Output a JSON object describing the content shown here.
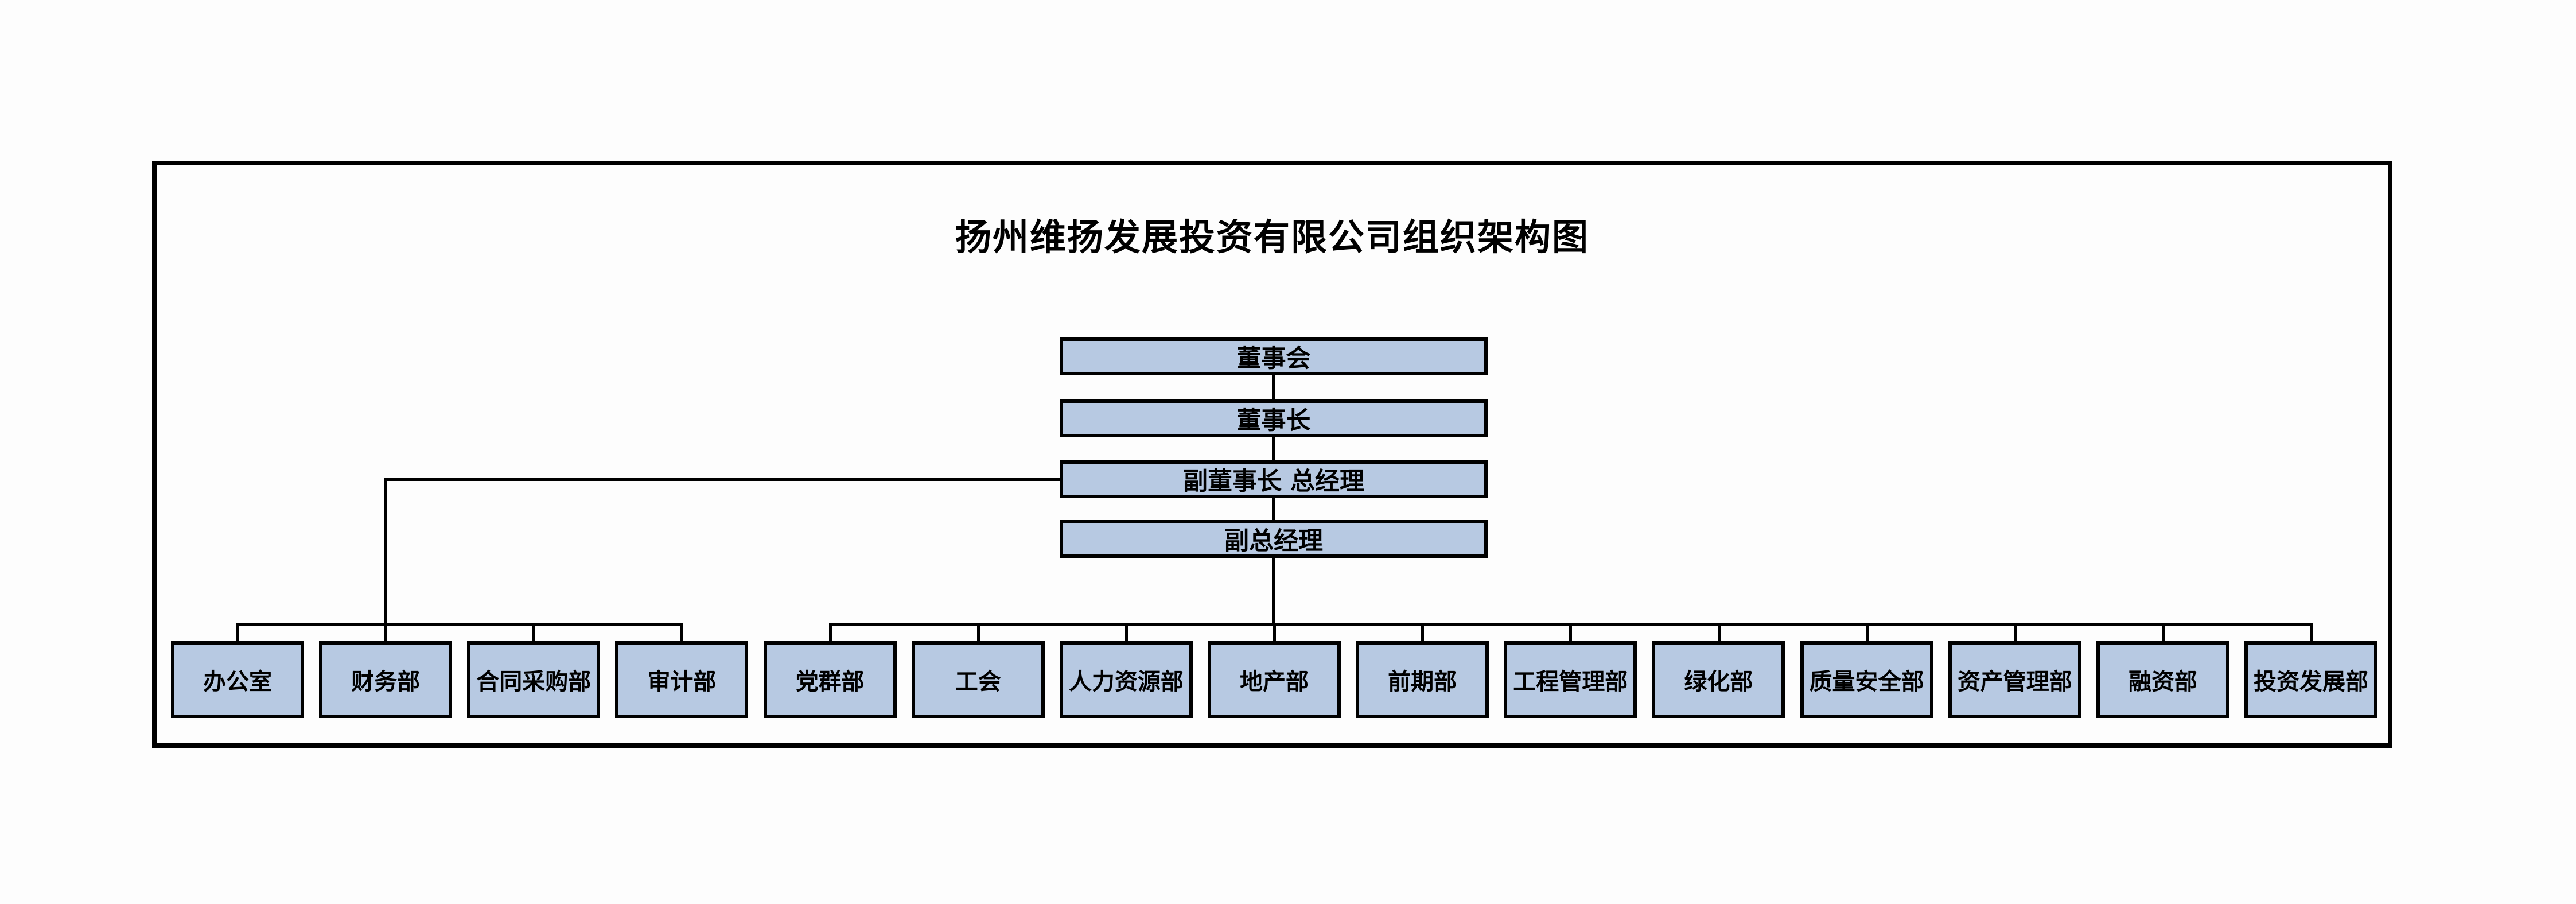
{
  "title": "扬州维扬发展投资有限公司组织架构图",
  "colors": {
    "node_fill": "#b7c9e2",
    "node_border": "#000000",
    "connector": "#000000",
    "frame_border": "#000000",
    "background": "#fdfdfd"
  },
  "executive_chain": [
    {
      "label": "董事会"
    },
    {
      "label": "董事长"
    },
    {
      "label": "副董事长 总经理"
    },
    {
      "label": "副总经理"
    }
  ],
  "departments_left": [
    "办公室",
    "财务部",
    "合同采购部",
    "审计部"
  ],
  "departments_right": [
    "党群部",
    "工会",
    "人力资源部",
    "地产部",
    "前期部",
    "工程管理部",
    "绿化部",
    "质量安全部",
    "资产管理部",
    "融资部",
    "投资发展部"
  ]
}
